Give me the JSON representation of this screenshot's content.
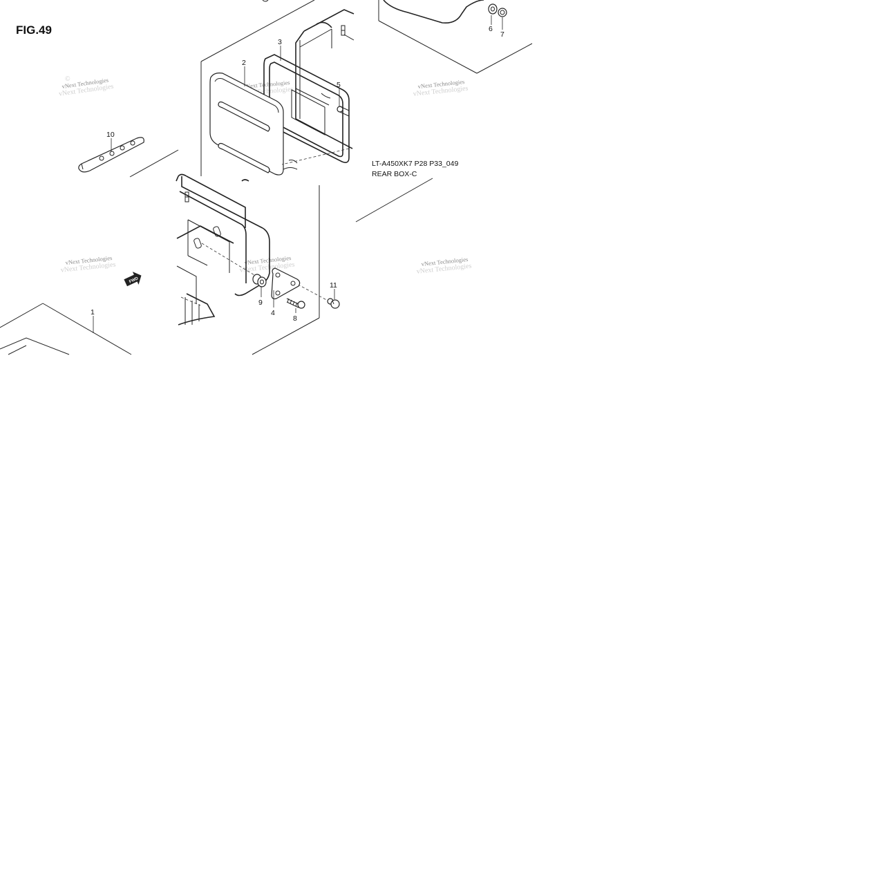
{
  "figure": {
    "title": "FIG.49",
    "caption_code": "LT-A450XK7 P28 P33_049",
    "caption_name": "REAR BOX-C"
  },
  "callouts": [
    "1",
    "2",
    "3",
    "4",
    "5",
    "6",
    "7",
    "8",
    "9",
    "10",
    "11"
  ],
  "watermark": {
    "text": "vNext Technologies",
    "color": "#8a8a8a"
  },
  "fwd_label": "FWD"
}
